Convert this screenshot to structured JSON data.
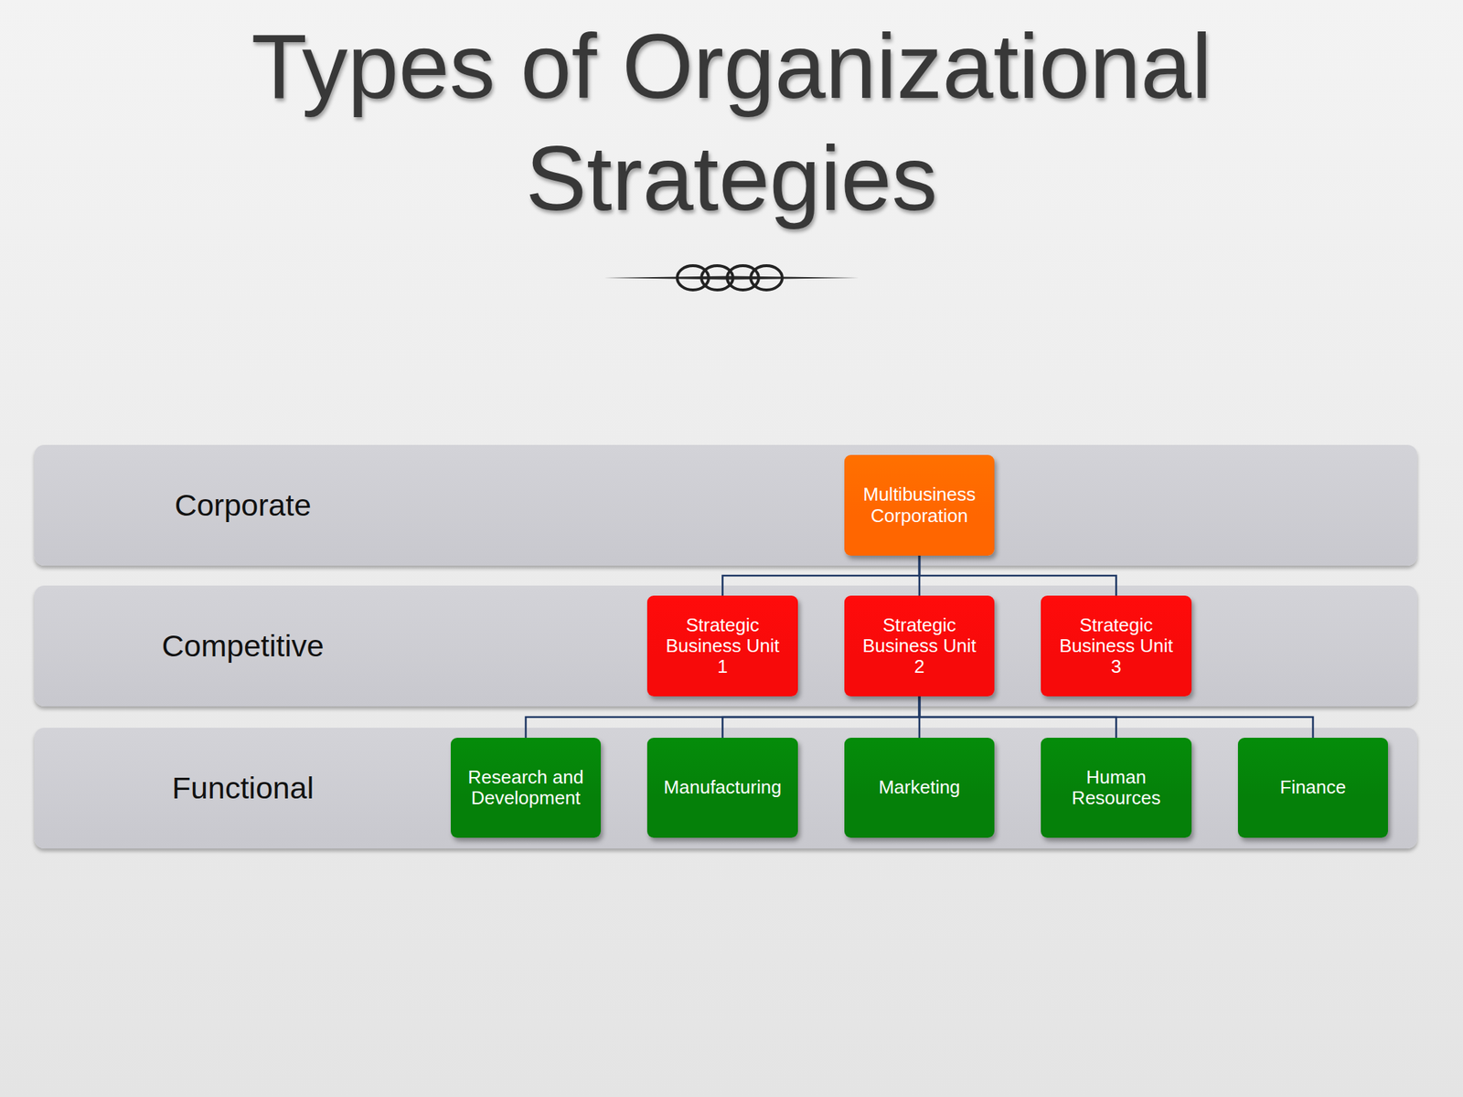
{
  "diagram": {
    "title": "Types of Organizational Strategies",
    "nodes": [
      {
        "text": [
          "Corporate"
        ]
      },
      {
        "text": [
          "Multibusiness Corporation"
        ],
        "in": 0
      },
      {
        "text": [
          "Competitive"
        ]
      },
      {
        "text": [
          "Strategic Business Unit 1"
        ],
        "in": 2
      },
      {
        "text": [
          "Strategic Business Unit 2"
        ],
        "in": 2
      },
      {
        "text": [
          "Strategic Business Unit 3"
        ],
        "in": 2
      },
      {
        "text": [
          "Functional"
        ]
      },
      {
        "text": [
          "Research and Development"
        ],
        "in": 6
      },
      {
        "text": [
          "Manufacturing"
        ],
        "in": 6
      },
      {
        "text": [
          "Marketing"
        ],
        "in": 6
      },
      {
        "text": [
          "Human Resources"
        ],
        "in": 6
      },
      {
        "text": [
          "Finance"
        ],
        "in": 6
      }
    ],
    "edges": [
      {
        "from": 1,
        "to": 3,
        "arrow": "none"
      },
      {
        "from": 1,
        "to": 4,
        "arrow": "none"
      },
      {
        "from": 1,
        "to": 5,
        "arrow": "none"
      },
      {
        "from": 4,
        "to": 7,
        "arrow": "none"
      },
      {
        "from": 4,
        "to": 8,
        "arrow": "none"
      },
      {
        "from": 4,
        "to": 9,
        "arrow": "none"
      },
      {
        "from": 4,
        "to": 10,
        "arrow": "none"
      },
      {
        "from": 4,
        "to": 11,
        "arrow": "none"
      }
    ]
  }
}
